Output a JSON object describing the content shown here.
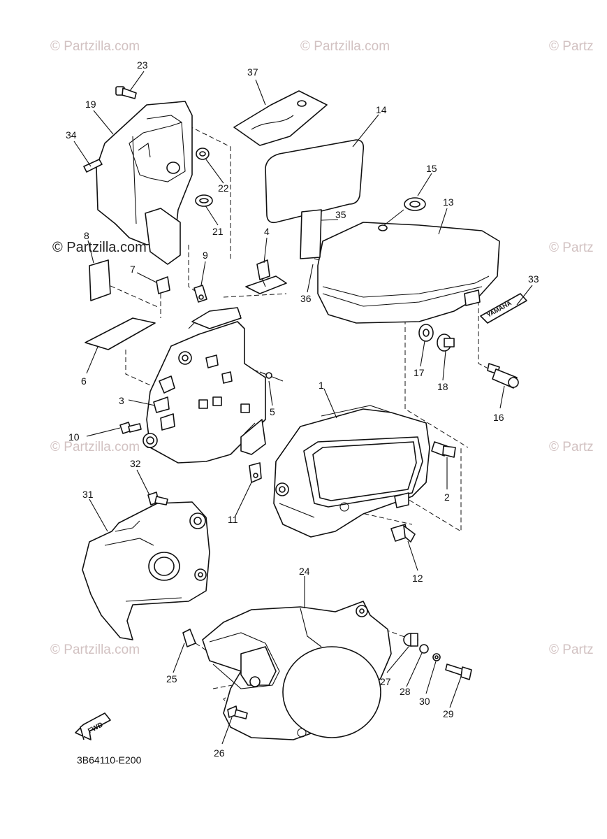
{
  "watermark": {
    "text": "© Partzilla.com",
    "text_cut": "© Partz",
    "color": "#d2c2c2"
  },
  "diagram_code": "3B64110-E200",
  "fwd_label": "FWD",
  "emblem_text": "YAMAHA",
  "callouts": [
    "1",
    "2",
    "3",
    "4",
    "5",
    "6",
    "7",
    "8",
    "9",
    "10",
    "11",
    "12",
    "13",
    "14",
    "15",
    "16",
    "17",
    "18",
    "19",
    "21",
    "22",
    "23",
    "24",
    "25",
    "26",
    "27",
    "28",
    "29",
    "30",
    "31",
    "32",
    "33",
    "34",
    "35",
    "36",
    "37"
  ]
}
